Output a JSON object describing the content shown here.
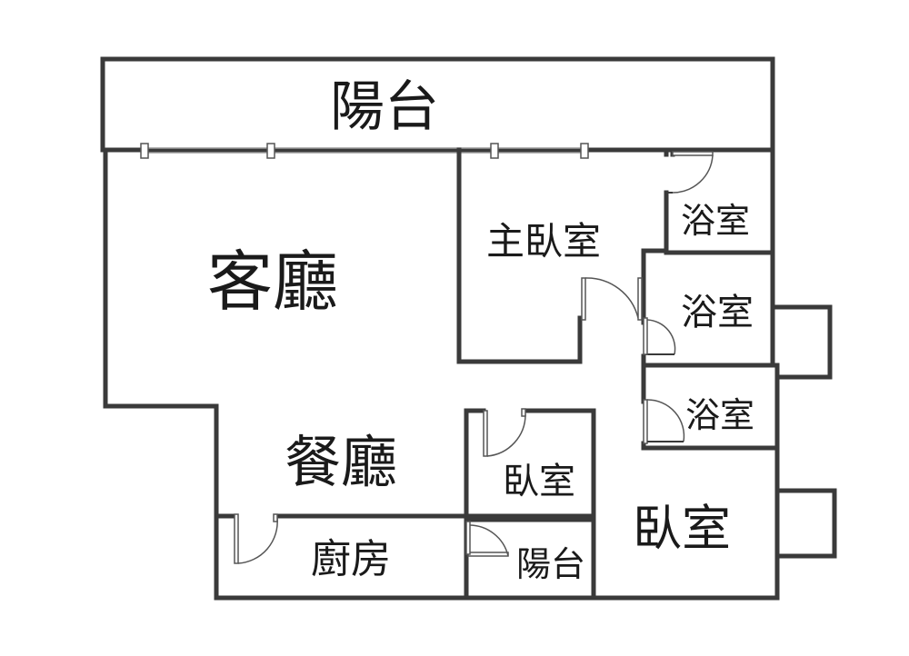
{
  "rooms": {
    "balcony_top": "陽台",
    "living_room": "客廳",
    "master_bedroom": "主臥室",
    "bath_top": "浴室",
    "bath_middle": "浴室",
    "bath_lower": "浴室",
    "dining_room": "餐廳",
    "bedroom_small": "臥室",
    "kitchen": "廚房",
    "balcony_small": "陽台",
    "bedroom_large": "臥室"
  }
}
